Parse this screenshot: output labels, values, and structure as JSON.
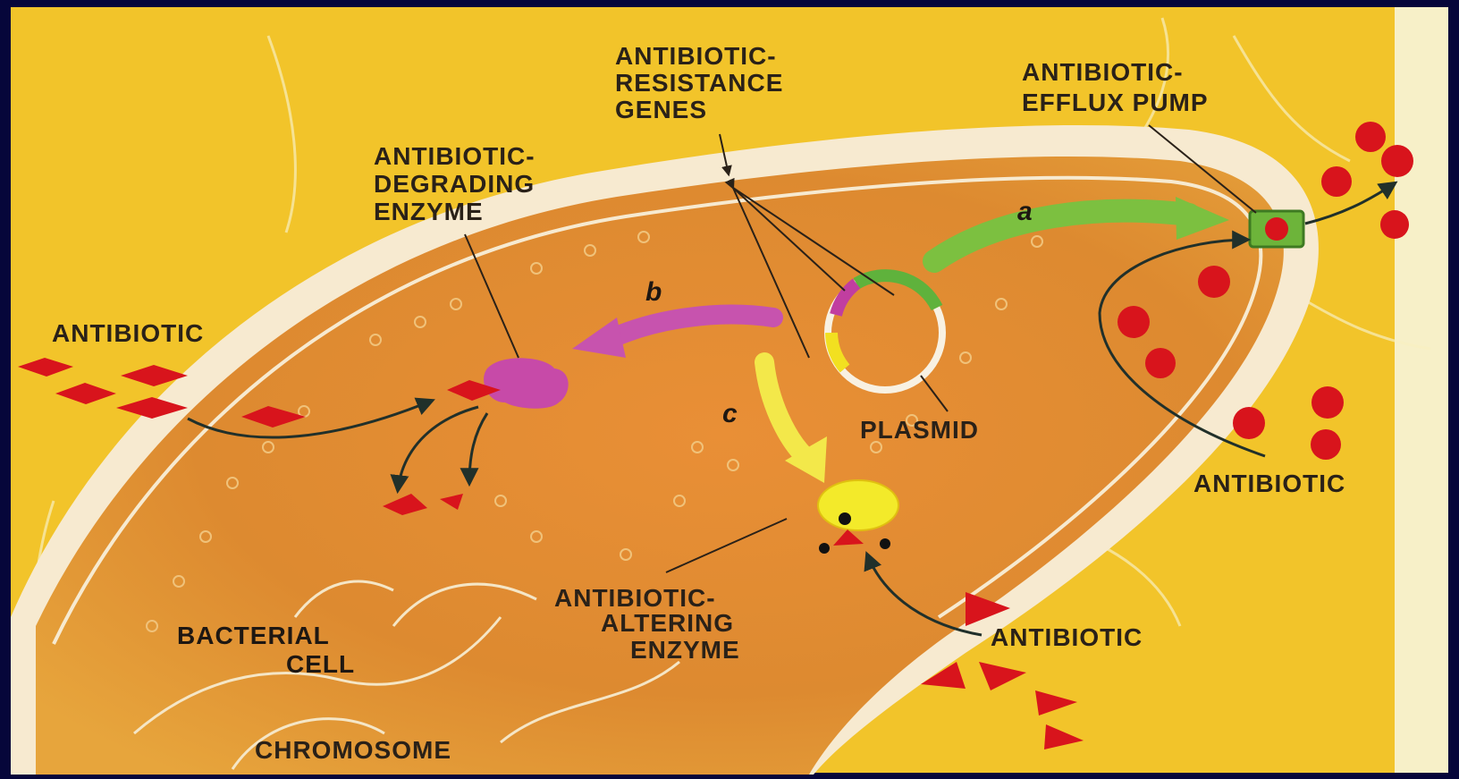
{
  "labels": {
    "resistance_genes": [
      "ANTIBIOTIC-",
      "RESISTANCE",
      "GENES"
    ],
    "efflux_pump": [
      "ANTIBIOTIC-",
      "EFFLUX PUMP"
    ],
    "degrading_enzyme": [
      "ANTIBIOTIC-",
      "DEGRADING",
      "ENZYME"
    ],
    "antibiotic_left": "ANTIBIOTIC",
    "antibiotic_right": "ANTIBIOTIC",
    "antibiotic_bottom": "ANTIBIOTIC",
    "plasmid": "PLASMID",
    "altering_enzyme": [
      "ANTIBIOTIC-",
      "ALTERING",
      "ENZYME"
    ],
    "bacterial_cell": [
      "BACTERIAL",
      "CELL"
    ],
    "chromosome": "CHROMOSOME",
    "path_a": "a",
    "path_b": "b",
    "path_c": "c"
  },
  "colors": {
    "frame": "#06063a",
    "outside": "#f2c42a",
    "cell_interior": "#dd8a30",
    "membrane": "#f7ead0",
    "antibiotic": "#d8141c",
    "green_gene": "#5fb23c",
    "magenta_gene": "#c13ea0",
    "yellow_gene": "#f2e020"
  }
}
